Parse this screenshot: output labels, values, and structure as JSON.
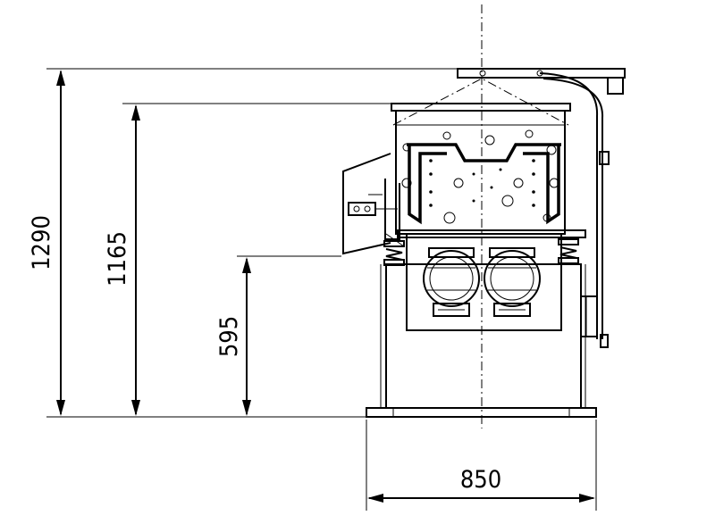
{
  "dimensions": {
    "total_height": "1290",
    "frame_height": "1165",
    "outlet_height": "595",
    "base_width": "850"
  }
}
